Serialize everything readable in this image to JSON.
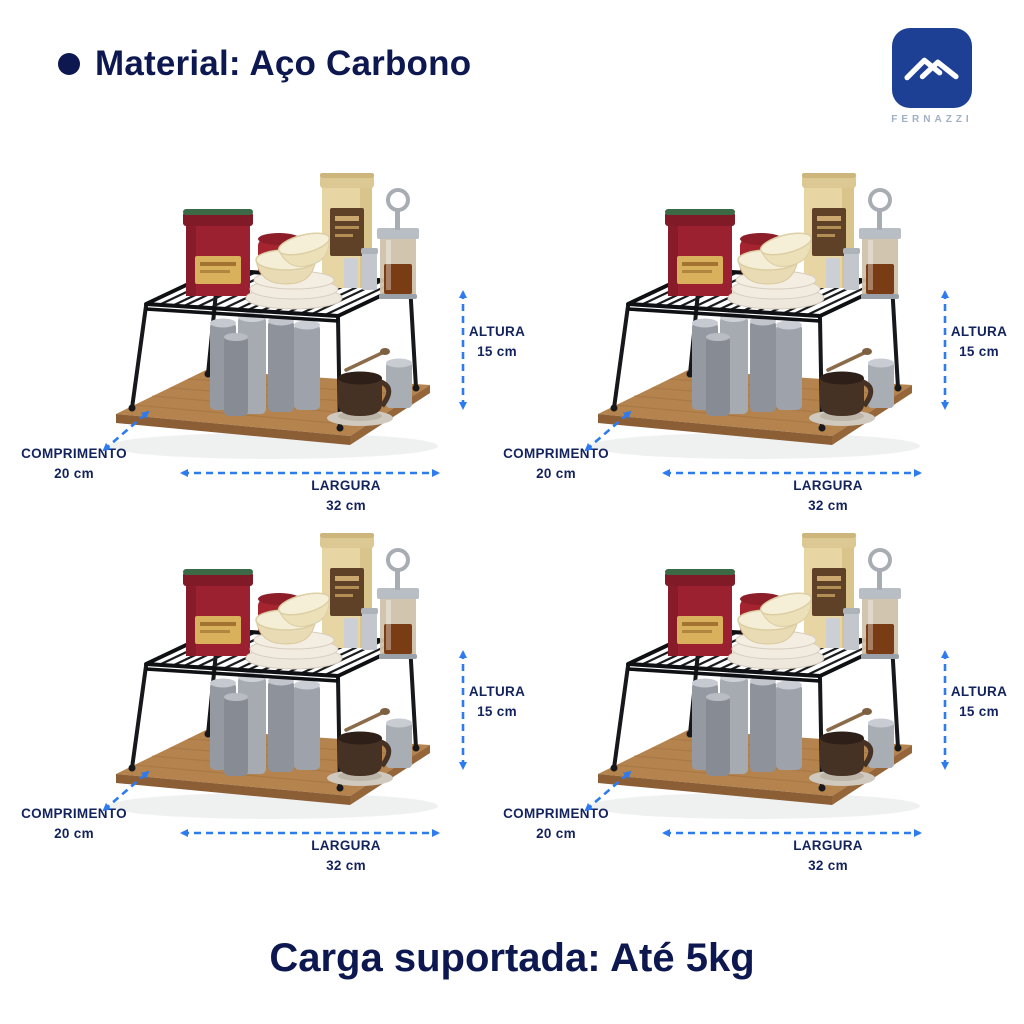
{
  "header": {
    "title": "Material: Aço Carbono"
  },
  "logo": {
    "brand": "FERNAZZI"
  },
  "units_count": 4,
  "dimensions": {
    "altura": {
      "label": "ALTURA",
      "value": "15 cm"
    },
    "comprimento": {
      "label": "COMPRIMENTO",
      "value": "20 cm"
    },
    "largura": {
      "label": "LARGURA",
      "value": "32 cm"
    }
  },
  "footer": {
    "text": "Carga suportada: Até 5kg"
  },
  "product": {
    "description": "black carbon-steel kitchen shelf rack on wooden board with cups, plates, mugs and tins"
  },
  "colors": {
    "heading_text": "#0d1850",
    "dimension_line": "#2e7bf0",
    "dimension_text": "#13235e",
    "logo_blue": "#1d4094",
    "wood": "#b5834e",
    "rack_black": "#17181c",
    "tin_red": "#9c2130",
    "tin_beige": "#e7d5a4"
  }
}
